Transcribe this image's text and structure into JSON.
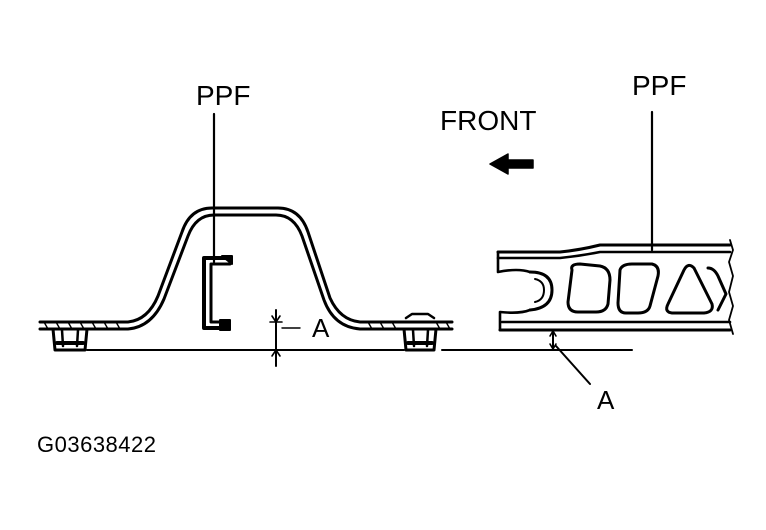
{
  "labels": {
    "ppf_left": "PPF",
    "ppf_right": "PPF",
    "front": "FRONT",
    "a_left": "A",
    "a_right": "A",
    "figure_code": "G03638422"
  },
  "icons": {
    "front_arrow": "left-arrow-icon"
  },
  "colors": {
    "line": "#000000",
    "background": "#ffffff"
  }
}
